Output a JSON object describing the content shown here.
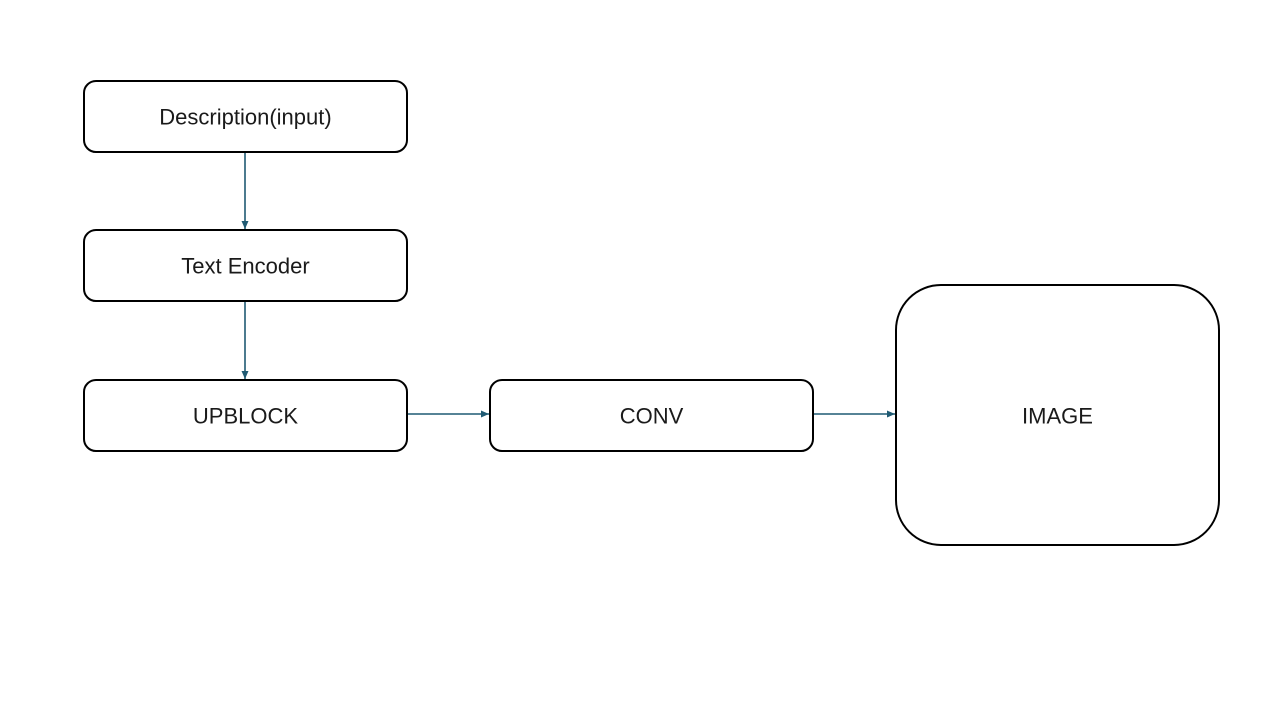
{
  "colors": {
    "box_stroke": "#000000",
    "arrow": "#1f5a73",
    "background": "#ffffff"
  },
  "diagram": {
    "nodes": [
      {
        "id": "description",
        "label": "Description(input)"
      },
      {
        "id": "text_encoder",
        "label": "Text Encoder"
      },
      {
        "id": "upblock",
        "label": "UPBLOCK"
      },
      {
        "id": "conv",
        "label": "CONV"
      },
      {
        "id": "image",
        "label": "IMAGE"
      }
    ],
    "edges": [
      {
        "from": "description",
        "to": "text_encoder"
      },
      {
        "from": "text_encoder",
        "to": "upblock"
      },
      {
        "from": "upblock",
        "to": "conv"
      },
      {
        "from": "conv",
        "to": "image"
      }
    ]
  }
}
